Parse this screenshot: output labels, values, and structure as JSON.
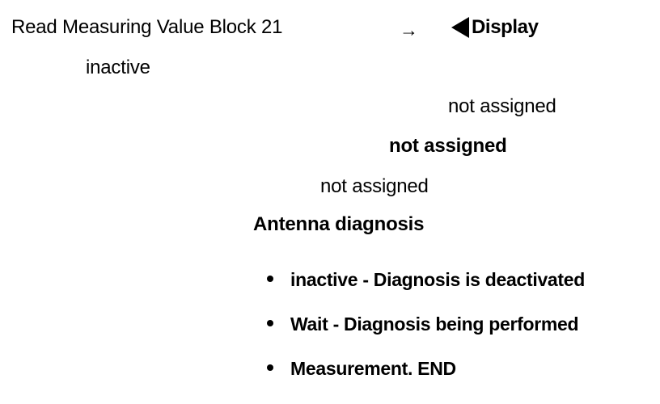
{
  "page": {
    "background_color": "#ffffff",
    "text_color": "#000000"
  },
  "header": {
    "title": "Read Measuring Value Block 21",
    "arrow_glyph": "→",
    "arrow_icon_name": "arrow-right-icon",
    "triangle_icon_name": "triangle-left-icon",
    "display_label": "Display"
  },
  "status": {
    "value": "inactive"
  },
  "cascade": {
    "rows": [
      {
        "label": "not assigned",
        "weight": "regular"
      },
      {
        "label": "not assigned",
        "weight": "bold"
      },
      {
        "label": "not assigned",
        "weight": "regular"
      },
      {
        "label": "Antenna diagnosis",
        "weight": "bold"
      }
    ]
  },
  "legend": {
    "items": [
      {
        "text": "inactive - Diagnosis is deactivated"
      },
      {
        "text": "Wait - Diagnosis being performed"
      },
      {
        "text": "Measurement. END"
      }
    ]
  }
}
